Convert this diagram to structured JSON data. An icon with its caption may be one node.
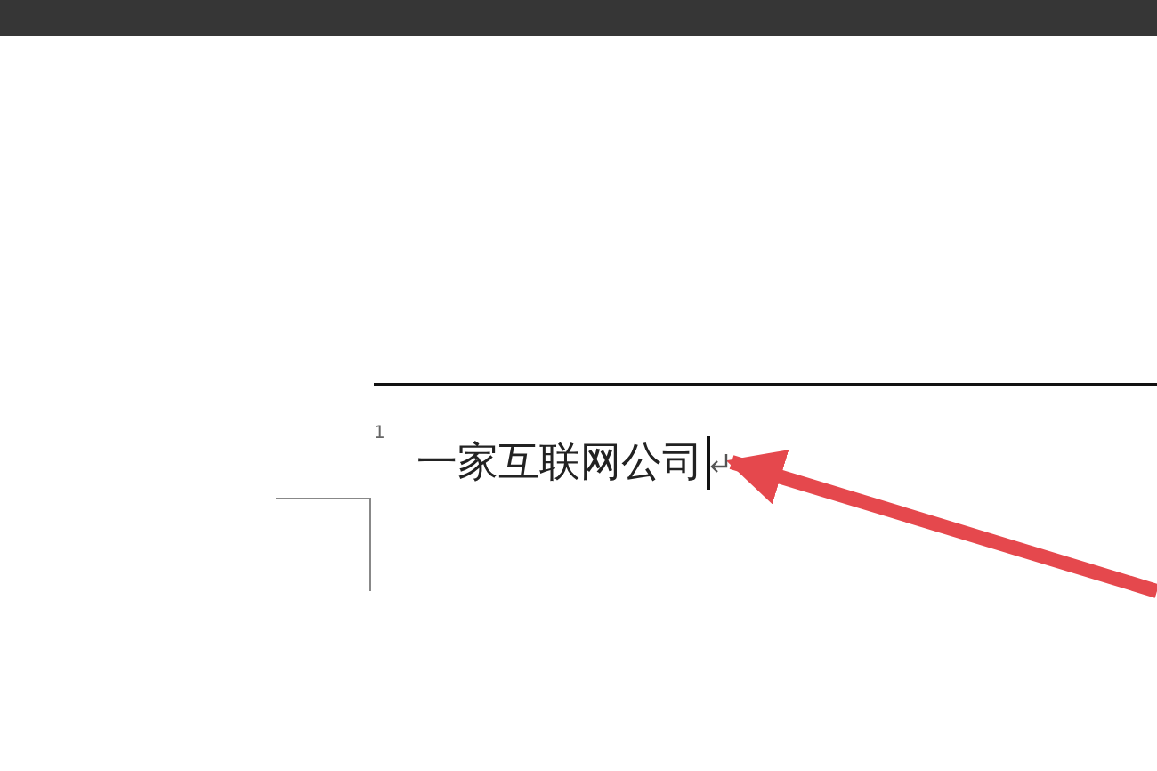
{
  "diagram": {
    "nodes": [
      {
        "text": [],
        "shape": "bar"
      },
      {
        "text": [
          "一家互联网公司"
        ],
        "beside": [
          "1"
        ]
      }
    ],
    "edges": [
      {
        "from": null,
        "to": 1,
        "arrow": "to"
      }
    ]
  }
}
